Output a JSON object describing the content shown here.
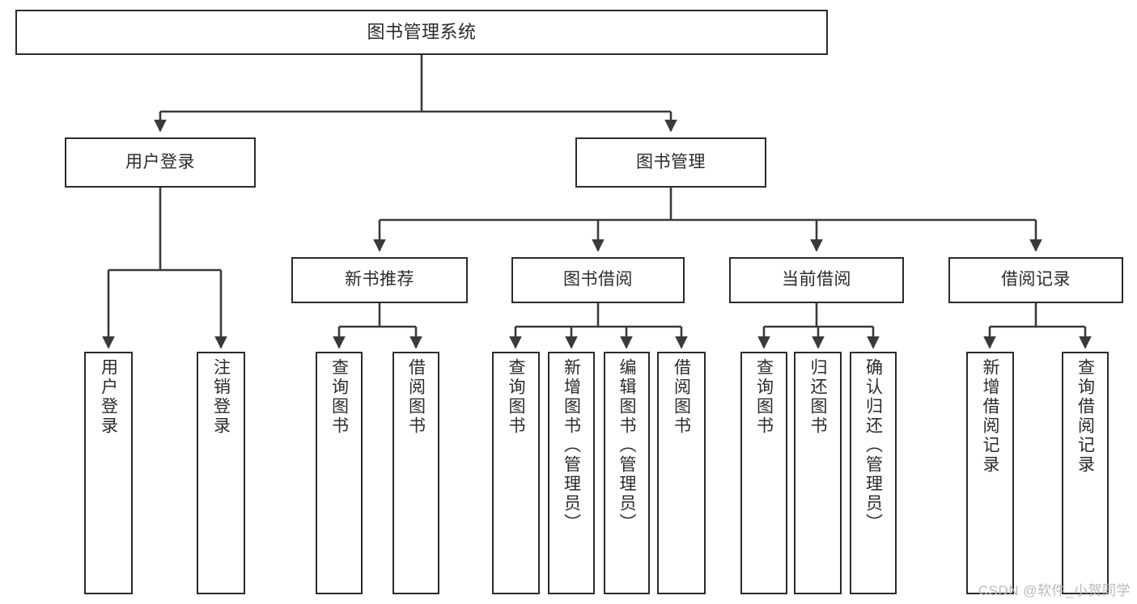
{
  "diagram": {
    "title": "图书管理系统",
    "type": "tree-hierarchy-chart",
    "watermark": "CSDN @软件_小贺同学",
    "colors": {
      "box_border": "#2b2b2b",
      "box_fill": "#ffffff",
      "connector": "#3a3a3a",
      "text": "#2b2b2b",
      "watermark": "#b9b9b9",
      "background": "#ffffff"
    },
    "root": {
      "label": "图书管理系统"
    },
    "level2": [
      {
        "label": "用户登录"
      },
      {
        "label": "图书管理"
      }
    ],
    "level3": [
      {
        "label": "新书推荐"
      },
      {
        "label": "图书借阅"
      },
      {
        "label": "当前借阅"
      },
      {
        "label": "借阅记录"
      }
    ],
    "leaves": {
      "user_login": [
        {
          "label": "用户登录"
        },
        {
          "label": "注销登录"
        }
      ],
      "new_book_recommend": [
        {
          "label": "查询图书"
        },
        {
          "label": "借阅图书"
        }
      ],
      "book_borrow": [
        {
          "label": "查询图书"
        },
        {
          "label": "新增图书（管理员）"
        },
        {
          "label": "编辑图书（管理员）"
        },
        {
          "label": "借阅图书"
        }
      ],
      "current_borrow": [
        {
          "label": "查询图书"
        },
        {
          "label": "归还图书"
        },
        {
          "label": "确认归还（管理员）"
        }
      ],
      "borrow_record": [
        {
          "label": "新增借阅记录"
        },
        {
          "label": "查询借阅记录"
        }
      ]
    }
  }
}
